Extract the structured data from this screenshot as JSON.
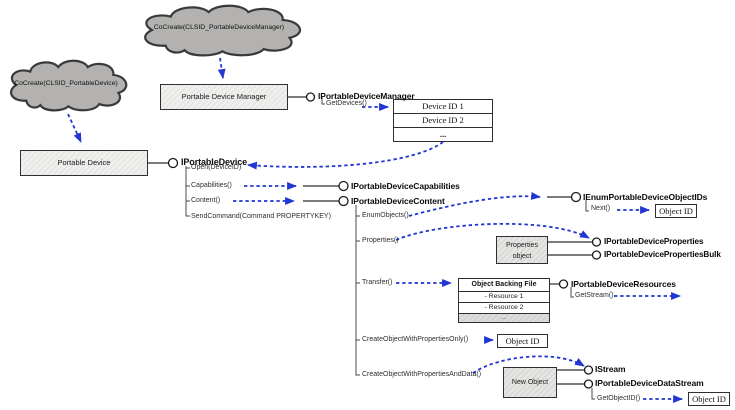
{
  "diagram": {
    "clouds": {
      "create_manager": "CoCreate(CLSID_PortableDeviceManager)",
      "create_device": "CoCreate(CLSID_PortableDevice)"
    },
    "boxes": {
      "manager": "Portable Device Manager",
      "device": "Portable Device",
      "properties_object": "Properties object",
      "new_object": "New Object"
    },
    "interfaces": {
      "manager": "IPortableDeviceManager",
      "device": "IPortableDevice",
      "capabilities": "IPortableDeviceCapabilities",
      "content": "IPortableDeviceContent",
      "enum_object_ids": "IEnumPortableDeviceObjectIDs",
      "properties": "IPortableDeviceProperties",
      "properties_bulk": "IPortableDevicePropertiesBulk",
      "resources": "IPortableDeviceResources",
      "istream": "IStream",
      "data_stream": "IPortableDeviceDataStream"
    },
    "methods": {
      "get_devices": "GetDevices()",
      "open": "Open(DeviceID)",
      "capabilities": "Capabilities()",
      "content": "Content()",
      "send_command": "SendCommand(Command PROPERTYKEY)",
      "enum_objects": "EnumObjects()",
      "properties": "Properties()",
      "transfer": "Transfer()",
      "create_props_only": "CreateObjectWithPropertiesOnly()",
      "create_props_data": "CreateObjectWithPropertiesAndData()",
      "next": "Next()",
      "get_stream": "GetStream()",
      "get_object_id": "GetObjectID()"
    },
    "device_id_table": {
      "rows": [
        "Device ID 1",
        "Device ID 2",
        "..."
      ]
    },
    "backing_file_table": {
      "header": "Object Backing File",
      "rows": [
        "- Resource 1",
        "- Resource 2",
        "..."
      ]
    },
    "object_id_label": "Object ID",
    "colors": {
      "arrow_blue": "#2236d1",
      "cloud_fill": "#b3b2b0",
      "box_fill": "#e8e7e5"
    }
  }
}
